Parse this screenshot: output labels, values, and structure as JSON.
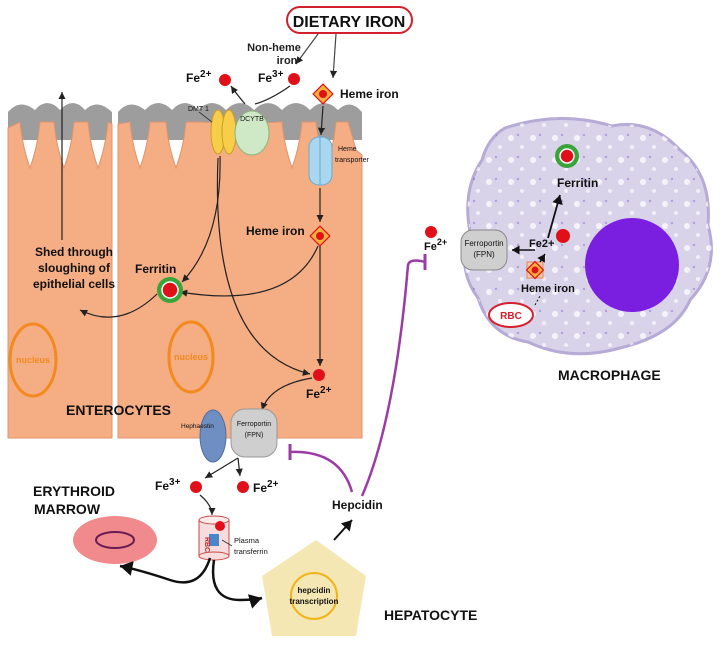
{
  "diagram": {
    "dietary_iron": "DIETARY IRON",
    "non_heme_iron_line1": "Non-heme",
    "non_heme_iron_line2": "iron",
    "heme_iron_top": "Heme iron",
    "fe2_top": "Fe",
    "fe2_top_sup": "2+",
    "fe3_top": "Fe",
    "fe3_top_sup": "3+",
    "dmt1": "DMT 1",
    "dcytb": "DCYTB",
    "heme_transporter_line1": "Heme",
    "heme_transporter_line2": "transporter",
    "heme_iron_mid": "Heme iron",
    "shed_line1": "Shed through",
    "shed_line2": "sloughing of",
    "shed_line3": "epithelial cells",
    "ferritin_enterocyte": "Ferritin",
    "nucleus_left": "nucleus",
    "nucleus_right": "nucleus",
    "fe2_basal": "Fe",
    "fe2_basal_sup": "2+",
    "enterocytes": "ENTEROCYTES",
    "hephaestin": "Hephaestin",
    "ferroportin_ent_line1": "Ferroportin",
    "ferroportin_ent_line2": "(FPN)",
    "fe3_bottom": "Fe",
    "fe3_bottom_sup": "3+",
    "fe2_bottom": "Fe",
    "fe2_bottom_sup": "2+",
    "erythroid_line1": "ERYTHROID",
    "erythroid_line2": "MARROW",
    "rbc_cyl": "RBC",
    "plasma_line1": "Plasma",
    "plasma_line2": "transferrin",
    "hepcidin": "Hepcidin",
    "hepcidin_transcription_line1": "hepcidin",
    "hepcidin_transcription_line2": "transcription",
    "hepatocyte": "HEPATOCYTE",
    "fe2_mac": "Fe",
    "fe2_mac_sup": "2+",
    "ferroportin_mac_line1": "Ferroportin",
    "ferroportin_mac_line2": "(FPN)",
    "fe2_mac_inner": "Fe2+",
    "ferritin_mac": "Ferritin",
    "heme_iron_mac": "Heme iron",
    "rbc_mac": "RBC",
    "macrophage": "MACROPHAGE"
  },
  "colors": {
    "enterocyte_fill": "#f5ad84",
    "iron_red": "#e0101a",
    "hepcidin_purple": "#9b3ca4",
    "macrophage_fill": "#d9d3ea",
    "nucleus_purple": "#7a1fe0",
    "hepatocyte_fill": "#f5e7b4",
    "nucleus_orange": "#f28a1e"
  }
}
